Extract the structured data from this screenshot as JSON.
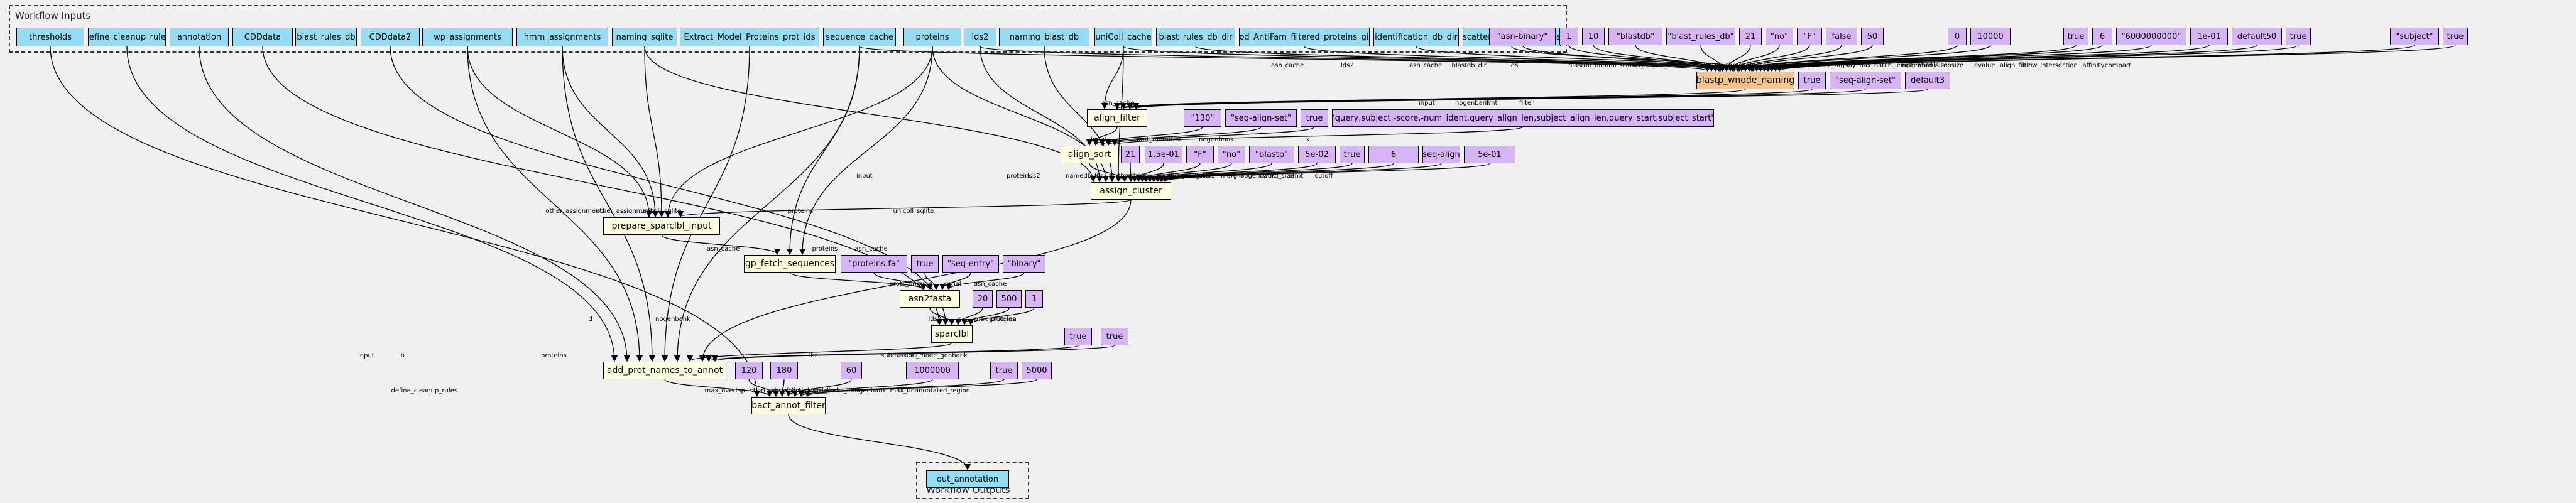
{
  "clusters": {
    "inputs_title": "Workflow Inputs",
    "outputs_title": "Workflow Outputs"
  },
  "inputs": [
    "thresholds",
    "define_cleanup_rules",
    "annotation",
    "CDDdata",
    "blast_rules_db",
    "CDDdata2",
    "wp_assignments",
    "hmm_assignments",
    "naming_sqlite",
    "Extract_Model_Proteins_prot_ids",
    "sequence_cache",
    "proteins",
    "lds2",
    "naming_blast_db",
    "uniColl_cache",
    "blast_rules_db_dir",
    "Good_AntiFam_filtered_proteins_gilist",
    "identification_db_dir",
    "scatter_gather_nchunks"
  ],
  "outputs": [
    "out_annotation"
  ],
  "steps": {
    "blastp_wnode_naming": "blastp_wnode_naming",
    "align_filter": "align_filter",
    "align_sort": "align_sort",
    "assign_cluster": "assign_cluster",
    "prepare_sparclbl_input": "prepare_sparclbl_input",
    "gp_fetch_sequences": "gp_fetch_sequences",
    "asn2fasta": "asn2fasta",
    "sparclbl": "sparclbl",
    "add_prot_names_to_annot": "add_prot_names_to_annot",
    "bact_annot_filter": "bact_annot_filter"
  },
  "params": [
    "\"asn-binary\"",
    "1",
    "10",
    "\"blastdb\"",
    "\"blast_rules_db\"",
    "21",
    "\"no\"",
    "\"F\"",
    "false",
    "50",
    "0",
    "10000",
    "true",
    "6",
    "\"6000000000\"",
    "1e-01",
    "default50",
    "true",
    "\"subject\"",
    "true",
    "true",
    "\"seq-align-set\"",
    "default3",
    "\"130\"",
    "\"seq-align-set\"",
    "true",
    "\"query,subject,-score,-num_ident,query_align_len,subject_align_len,query_start,subject_start\"",
    "21",
    "1.5e-01",
    "\"F\"",
    "\"no\"",
    "\"blastp\"",
    "5e-02",
    "true",
    "6",
    "\"seq-align\"",
    "5e-01",
    "\"blastdb\"",
    "\"proteins.fa\"",
    "true",
    "\"seq-entry\"",
    "\"binary\"",
    "20",
    "500",
    "1",
    "true",
    "true",
    "120",
    "180",
    "60",
    "1000000",
    "true",
    "5000"
  ],
  "edge_labels": [
    "ofmt",
    "max_jobs",
    "top_by_score",
    "blastdb",
    "blastdb",
    "threshold",
    "seg",
    "comp_based_stats",
    "ws_merge",
    "max_target_seqs",
    "delay",
    "max_batch_length",
    "nogenbank",
    "word_size",
    "dbsize",
    "evalue",
    "align_filter",
    "blow_intersection",
    "affinity",
    "compart",
    "asn_cache",
    "asn_cache",
    "lds2",
    "asn_cache",
    "blastdb_dir",
    "ids",
    "blastdb_dir",
    "scatter_gather_nchunks",
    "input",
    "nogenbank",
    "ifmt",
    "filter",
    "asn_cache",
    "input",
    "ifmt_mem",
    "ifmt",
    "nogenbank",
    "k",
    "lds2",
    "proteins",
    "lds2",
    "namedb_dir",
    "asn_cache",
    "lds",
    "threshold",
    "pure_cutoff",
    "comp_based_stats",
    "seg",
    "task",
    "margin",
    "nogenbank",
    "word_size",
    "ofmt",
    "cutoff",
    "namedb",
    "other_assignments",
    "other_assignments",
    "other_assignments",
    "unicoll_sqlite",
    "unicoll_sqlite",
    "input",
    "asn_cache",
    "proteins",
    "proteins",
    "asn_cache",
    "fasta_name",
    "prots_only",
    "type",
    "serial",
    "asn_cache",
    "o",
    "lds2",
    "ifmt",
    "o",
    "input",
    "max_prot_len",
    "proteins",
    "proteins",
    "thr",
    "define_cleanup_rules",
    "input",
    "b",
    "d",
    "nogenbank",
    "submission_mode_genbank",
    "input",
    "max_overlap",
    "short_model_limit",
    "abs_short_model_limit",
    "long_model_limit",
    "nogenbank",
    "max_unannotated_region"
  ]
}
